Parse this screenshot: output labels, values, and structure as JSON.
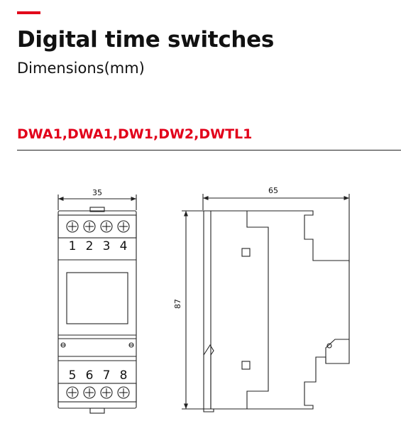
{
  "header": {
    "title": "Digital time switches",
    "subtitle": "Dimensions(mm)",
    "models": "DWA1,DWA1,DW1,DW2,DWTL1"
  },
  "front_view": {
    "width_label": "35",
    "top_terminals": [
      "1",
      "2",
      "3",
      "4"
    ],
    "bottom_terminals": [
      "5",
      "6",
      "7",
      "8"
    ]
  },
  "side_view": {
    "depth_label": "65",
    "height_label": "87"
  },
  "colors": {
    "accent": "#e2001a",
    "line": "#222222"
  }
}
